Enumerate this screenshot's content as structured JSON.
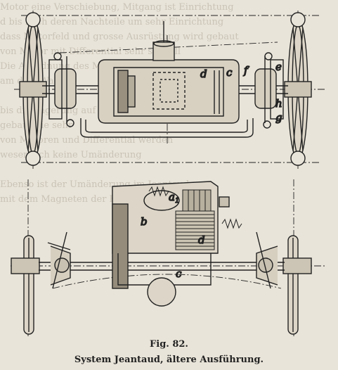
{
  "background_text": [
    "Motor eine Verschiebung, Mitgang ist Einrichtung",
    "d bis nach deren Nachteile um sehr Einrichtung",
    "dass Motorfeld und grosse Ausrüstung wird gebaut",
    "von Motor mit Differential sehr schnell",
    "Die Anordnung des Motors wird",
    "am dem Wagen",
    "",
    "bis die Lagerung auf",
    "gebaut die sehr",
    "von Motoren und Differential werden",
    "wesentlich keine Umänderung",
    "",
    "Ebenso ist der Umänderung im Jeantaud",
    "mit dem Magneten der Batterie"
  ],
  "labels": {
    "top_d": "d",
    "top_c": "c",
    "top_f": "f",
    "top_e": "e",
    "top_h": "h",
    "top_g": "g",
    "bottom_a": "a",
    "bottom_a_sub": "1",
    "bottom_b": "b",
    "bottom_d": "d",
    "bottom_c": "c"
  },
  "caption": {
    "figure_number": "Fig. 82.",
    "title": "System Jeantaud, ältere Ausführung."
  }
}
